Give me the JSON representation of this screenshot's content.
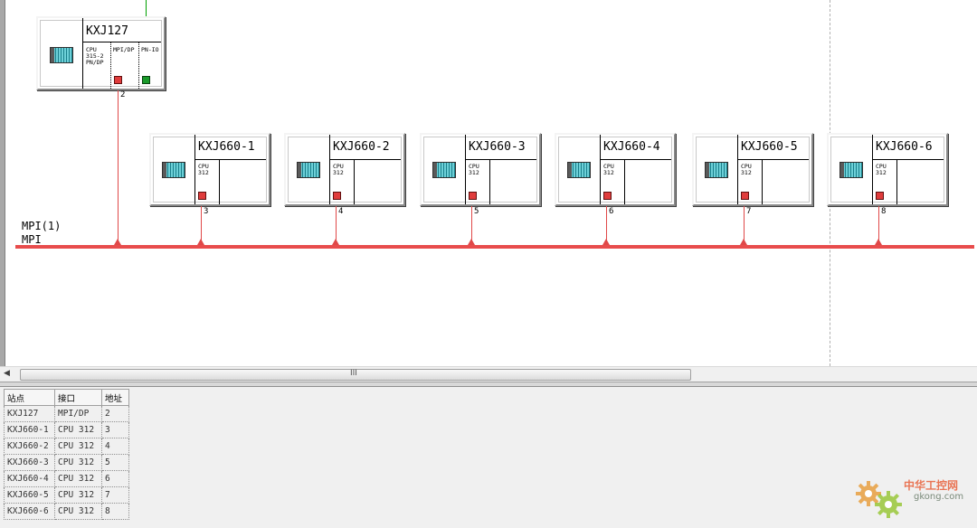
{
  "network": {
    "subnet_name": "MPI(1)",
    "subnet_type": "MPI",
    "master": {
      "name": "KXJ127",
      "modules": [
        {
          "text": "CPU\n315-2\nPN/DP"
        },
        {
          "text": "MPI/DP"
        },
        {
          "text": "PN-IO"
        }
      ],
      "address": "2"
    },
    "slaves": [
      {
        "name": "KXJ660-1",
        "module": "CPU\n312",
        "address": "3"
      },
      {
        "name": "KXJ660-2",
        "module": "CPU\n312",
        "address": "4"
      },
      {
        "name": "KXJ660-3",
        "module": "CPU\n312",
        "address": "5"
      },
      {
        "name": "KXJ660-4",
        "module": "CPU\n312",
        "address": "6"
      },
      {
        "name": "KXJ660-5",
        "module": "CPU\n312",
        "address": "7"
      },
      {
        "name": "KXJ660-6",
        "module": "CPU\n312",
        "address": "8"
      }
    ]
  },
  "scrollbar": {
    "grip": "III"
  },
  "table": {
    "headers": [
      "站点",
      "接口",
      "地址"
    ],
    "rows": [
      [
        "KXJ127",
        "MPI/DP",
        "2"
      ],
      [
        "KXJ660-1",
        "CPU 312",
        "3"
      ],
      [
        "KXJ660-2",
        "CPU 312",
        "4"
      ],
      [
        "KXJ660-3",
        "CPU 312",
        "5"
      ],
      [
        "KXJ660-4",
        "CPU 312",
        "6"
      ],
      [
        "KXJ660-5",
        "CPU 312",
        "7"
      ],
      [
        "KXJ660-6",
        "CPU 312",
        "8"
      ]
    ]
  },
  "watermark": {
    "text": "中华工控网",
    "domain": "gkong.com"
  },
  "colors": {
    "bus": "#e84c4c",
    "port_red": "#e03c3c",
    "port_green": "#1a9a2a",
    "rack": "#6dd0d8"
  }
}
